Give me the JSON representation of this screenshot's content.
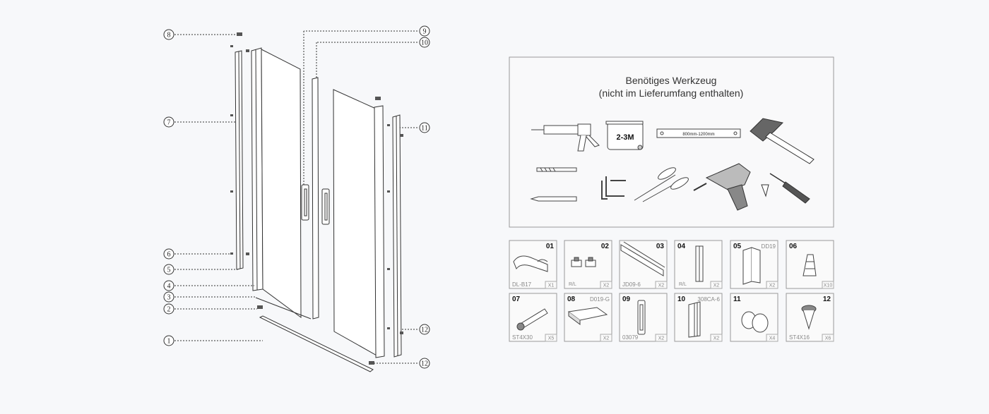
{
  "callouts": [
    "8",
    "9",
    "10",
    "7",
    "11",
    "6",
    "5",
    "4",
    "3",
    "2",
    "12",
    "1",
    "12"
  ],
  "tools": {
    "title_line1": "Benötiges Werkzeug",
    "title_line2": "(nicht im Lieferumfang enthalten)",
    "tape_label": "2-3M",
    "level_label": "800mm-1200mm",
    "icons": [
      "caulking-gun-icon",
      "tape-measure-icon",
      "spirit-level-icon",
      "hammer-icon",
      "drill-bit-icon",
      "hex-keys-icon",
      "scissors-icon",
      "power-drill-icon",
      "screwdriver-icon",
      "pencil-icon"
    ]
  },
  "parts": [
    {
      "num": "01",
      "code": "DL-B17",
      "qty": "X1",
      "side": ""
    },
    {
      "num": "02",
      "code": "",
      "qty": "X2",
      "side": "R/L"
    },
    {
      "num": "03",
      "code": "JD09-6",
      "qty": "X2",
      "side": ""
    },
    {
      "num": "04",
      "code": "",
      "qty": "X2",
      "side": "R/L"
    },
    {
      "num": "05",
      "code": "DD19",
      "qty": "X2",
      "side": ""
    },
    {
      "num": "06",
      "code": "",
      "qty": "X10",
      "side": ""
    },
    {
      "num": "07",
      "code": "ST4X30",
      "qty": "X5",
      "side": ""
    },
    {
      "num": "08",
      "code": "D019-G",
      "qty": "X2",
      "side": ""
    },
    {
      "num": "09",
      "code": "03079",
      "qty": "X2",
      "side": ""
    },
    {
      "num": "10",
      "code": "308CA-6",
      "qty": "X2",
      "side": ""
    },
    {
      "num": "11",
      "code": "",
      "qty": "X4",
      "side": ""
    },
    {
      "num": "12",
      "code": "ST4X16",
      "qty": "X6",
      "side": ""
    }
  ],
  "colors": {
    "line": "#333333",
    "frame": "#888888",
    "background": "#f7f8fa",
    "muted": "#888888"
  }
}
